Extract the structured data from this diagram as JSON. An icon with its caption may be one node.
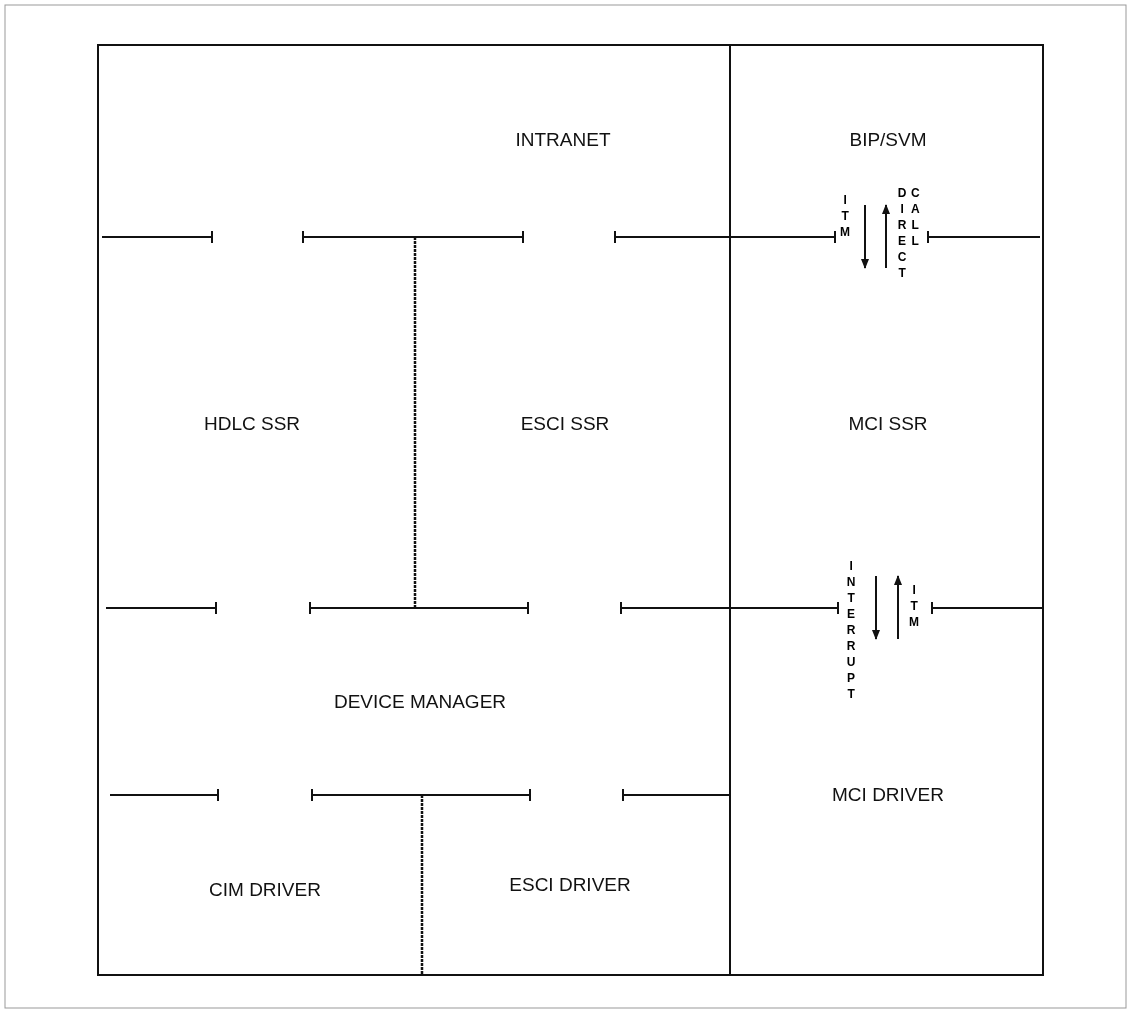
{
  "diagram": {
    "nodes": [
      {
        "text": [
          "INTRANET"
        ]
      },
      {
        "text": [
          "BIP/SVM"
        ]
      },
      {
        "text": [
          "HDLC SSR"
        ]
      },
      {
        "text": [
          "ESCI SSR"
        ]
      },
      {
        "text": [
          "MCI SSR"
        ]
      },
      {
        "text": [
          "DEVICE MANAGER"
        ]
      },
      {
        "text": [
          "MCI DRIVER"
        ]
      },
      {
        "text": [
          "CIM DRIVER"
        ]
      },
      {
        "text": [
          "ESCI DRIVER"
        ]
      }
    ],
    "edges": [
      {
        "from": 1,
        "to": 4,
        "arrow": "to",
        "label": "ITM"
      },
      {
        "from": 4,
        "to": 1,
        "arrow": "to",
        "label": "DIRECT CALL"
      },
      {
        "from": 4,
        "to": 6,
        "arrow": "to",
        "label": "INTERRUPT"
      },
      {
        "from": 6,
        "to": 4,
        "arrow": "to",
        "label": "ITM"
      }
    ]
  }
}
